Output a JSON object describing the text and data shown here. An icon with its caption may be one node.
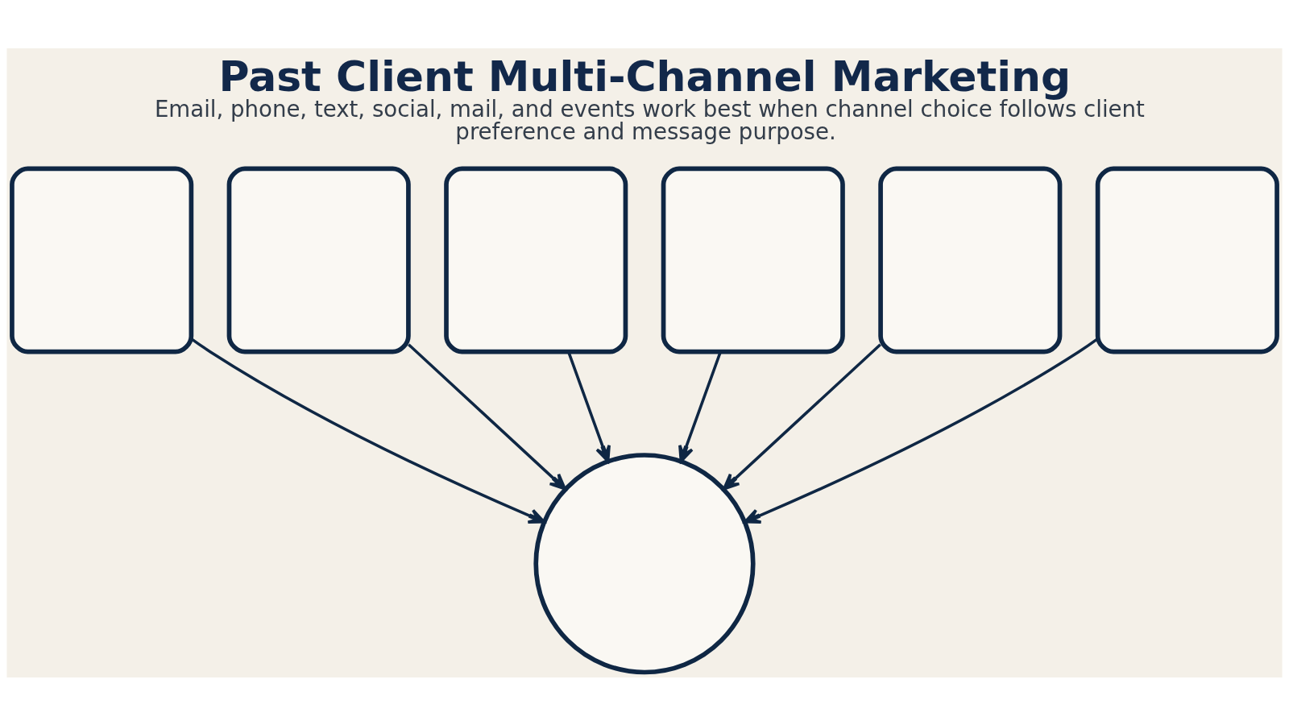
{
  "diagram": {
    "title": "Past Client Multi-Channel Marketing",
    "caption": "Email, phone, text, social, mail, and events work best when channel choice follows client preference and message purpose.",
    "nodes": [
      {
        "text": [],
        "shape": "box"
      },
      {
        "text": [],
        "shape": "box"
      },
      {
        "text": [],
        "shape": "box"
      },
      {
        "text": [],
        "shape": "box"
      },
      {
        "text": [],
        "shape": "box"
      },
      {
        "text": [],
        "shape": "box"
      },
      {
        "text": [],
        "shape": "circle"
      }
    ],
    "edges": [
      {
        "from": 0,
        "to": 6,
        "arrow": "to"
      },
      {
        "from": 1,
        "to": 6,
        "arrow": "to"
      },
      {
        "from": 2,
        "to": 6,
        "arrow": "to"
      },
      {
        "from": 3,
        "to": 6,
        "arrow": "to"
      },
      {
        "from": 4,
        "to": 6,
        "arrow": "to"
      },
      {
        "from": 5,
        "to": 6,
        "arrow": "to"
      }
    ]
  }
}
